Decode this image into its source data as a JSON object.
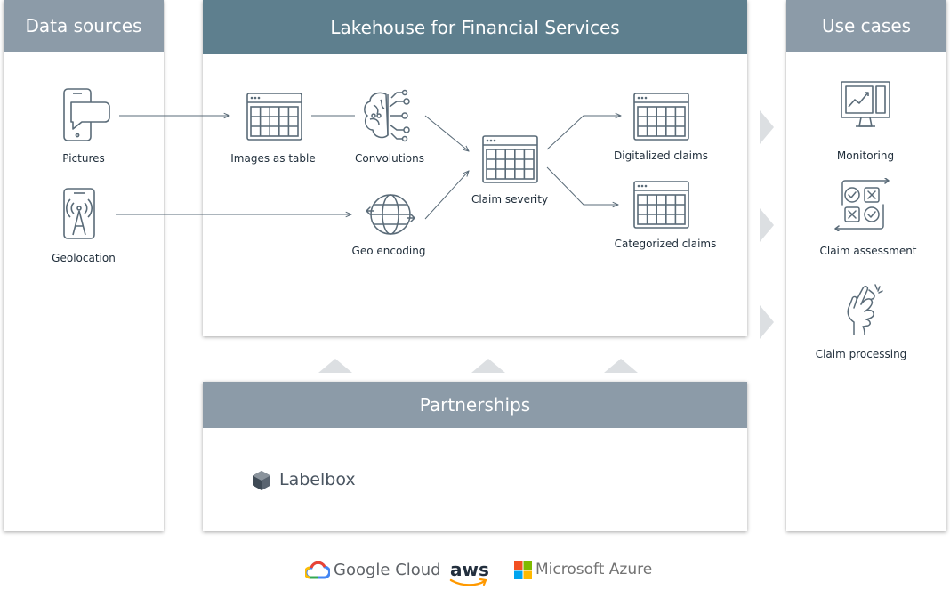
{
  "data_sources": {
    "title": "Data sources",
    "items": [
      {
        "label": "Pictures",
        "icon": "phone-chat-icon"
      },
      {
        "label": "Geolocation",
        "icon": "phone-antenna-icon"
      }
    ]
  },
  "lakehouse": {
    "title": "Lakehouse for Financial Services",
    "nodes": {
      "images_as_table": "Images as table",
      "convolutions": "Convolutions",
      "geo_encoding": "Geo encoding",
      "claim_severity": "Claim severity",
      "digitalized_claims": "Digitalized claims",
      "categorized_claims": "Categorized claims"
    }
  },
  "use_cases": {
    "title": "Use cases",
    "items": [
      {
        "label": "Monitoring",
        "icon": "monitor-chart-icon"
      },
      {
        "label": "Claim assessment",
        "icon": "check-cross-grid-icon"
      },
      {
        "label": "Claim processing",
        "icon": "crossed-fingers-icon"
      }
    ]
  },
  "partnerships": {
    "title": "Partnerships",
    "partner": "Labelbox"
  },
  "cloud_providers": [
    "Google Cloud",
    "aws",
    "Microsoft Azure"
  ],
  "colors": {
    "header_light": "#8c9ba8",
    "header_dark": "#5e7f8e",
    "line": "#5a6b78",
    "google_blue": "#4285F4",
    "google_red": "#EA4335",
    "google_yellow": "#FBBC05",
    "google_green": "#34A853",
    "aws_orange": "#FF9900",
    "ms_red": "#F25022",
    "ms_green": "#7FBA00",
    "ms_blue": "#00A4EF",
    "ms_yellow": "#FFB900"
  }
}
